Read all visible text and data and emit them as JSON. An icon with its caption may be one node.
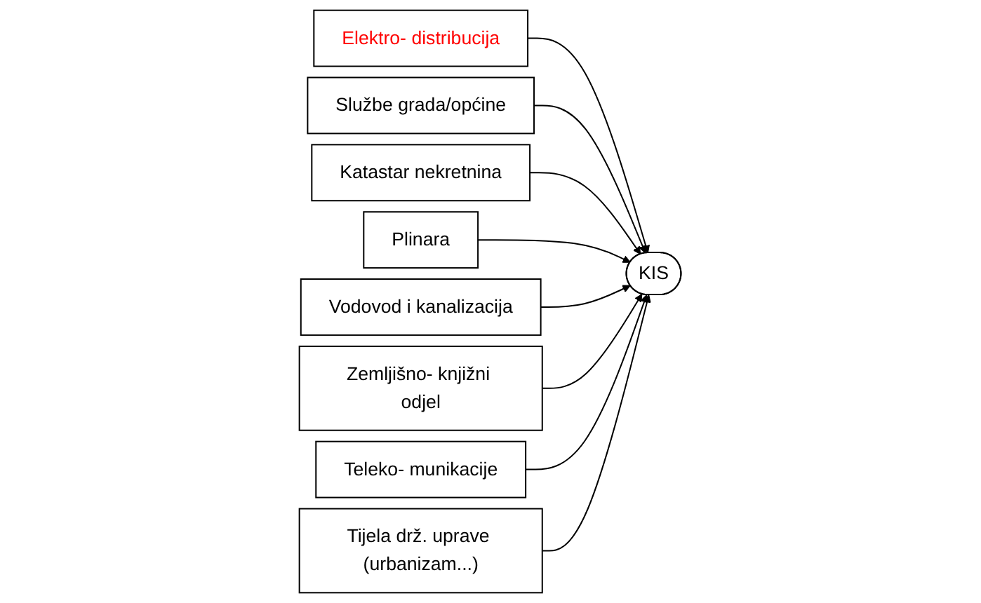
{
  "diagram": {
    "nodes": [
      {
        "text": [
          "Elektro- distribucija"
        ]
      },
      {
        "text": [
          "Službe grada/općine"
        ]
      },
      {
        "text": [
          "Katastar nekretnina"
        ]
      },
      {
        "text": [
          "Plinara"
        ]
      },
      {
        "text": [
          "KIS"
        ]
      },
      {
        "text": [
          "Vodovod i kanalizacija"
        ]
      },
      {
        "text": [
          "Zemljišno- knjižni odjel"
        ]
      },
      {
        "text": [
          "Teleko- munikacije"
        ]
      },
      {
        "text": [
          "Tijela drž. uprave (urbanizam...)"
        ]
      }
    ],
    "edges": [
      {
        "from": 0,
        "to": 4,
        "arrow": "to"
      },
      {
        "from": 1,
        "to": 4,
        "arrow": "to"
      },
      {
        "from": 2,
        "to": 4,
        "arrow": "to"
      },
      {
        "from": 3,
        "to": 4,
        "arrow": "to"
      },
      {
        "from": 5,
        "to": 4,
        "arrow": "to"
      },
      {
        "from": 6,
        "to": 4,
        "arrow": "to"
      },
      {
        "from": 7,
        "to": 4,
        "arrow": "to"
      },
      {
        "from": 8,
        "to": 4,
        "arrow": "to"
      }
    ]
  }
}
